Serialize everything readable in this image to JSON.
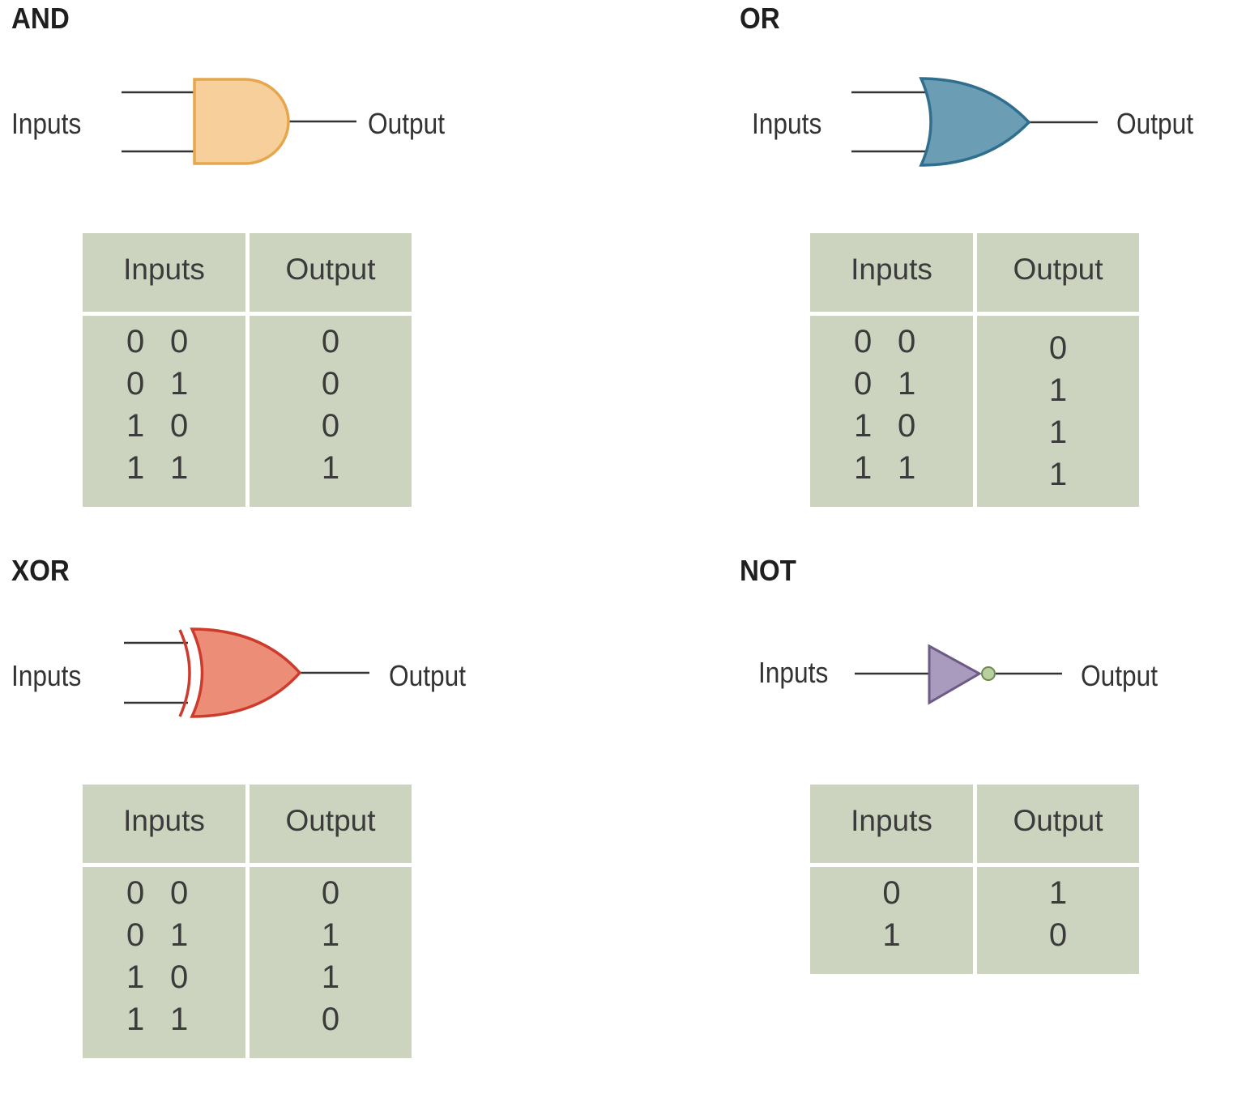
{
  "colors": {
    "table_bg": "#ccd3bf",
    "and_fill": "#f7cf9b",
    "and_stroke": "#e5a64e",
    "or_fill": "#6b9db5",
    "or_stroke": "#2f6e8c",
    "xor_fill": "#ec8d77",
    "xor_stroke": "#cd3b2c",
    "not_fill": "#a99bbd",
    "not_stroke": "#6d5b85",
    "bubble_fill": "#b9cfa0",
    "bubble_stroke": "#6d8a4f"
  },
  "gates": {
    "and": {
      "title": "AND",
      "input_label": "Inputs",
      "output_label": "Output",
      "table": {
        "h_inputs": "Inputs",
        "h_output": "Output",
        "rows": [
          {
            "a": "0",
            "b": "0",
            "out": "0"
          },
          {
            "a": "0",
            "b": "1",
            "out": "0"
          },
          {
            "a": "1",
            "b": "0",
            "out": "0"
          },
          {
            "a": "1",
            "b": "1",
            "out": "1"
          }
        ]
      }
    },
    "or": {
      "title": "OR",
      "input_label": "Inputs",
      "output_label": "Output",
      "table": {
        "h_inputs": "Inputs",
        "h_output": "Output",
        "rows": [
          {
            "a": "0",
            "b": "0",
            "out": "0"
          },
          {
            "a": "0",
            "b": "1",
            "out": "1"
          },
          {
            "a": "1",
            "b": "0",
            "out": "1"
          },
          {
            "a": "1",
            "b": "1",
            "out": "1"
          }
        ]
      }
    },
    "xor": {
      "title": "XOR",
      "input_label": "Inputs",
      "output_label": "Output",
      "table": {
        "h_inputs": "Inputs",
        "h_output": "Output",
        "rows": [
          {
            "a": "0",
            "b": "0",
            "out": "0"
          },
          {
            "a": "0",
            "b": "1",
            "out": "1"
          },
          {
            "a": "1",
            "b": "0",
            "out": "1"
          },
          {
            "a": "1",
            "b": "1",
            "out": "0"
          }
        ]
      }
    },
    "not": {
      "title": "NOT",
      "input_label": "Inputs",
      "output_label": "Output",
      "table": {
        "h_inputs": "Inputs",
        "h_output": "Output",
        "rows": [
          {
            "a": "0",
            "out": "1"
          },
          {
            "a": "1",
            "out": "0"
          }
        ]
      }
    }
  }
}
